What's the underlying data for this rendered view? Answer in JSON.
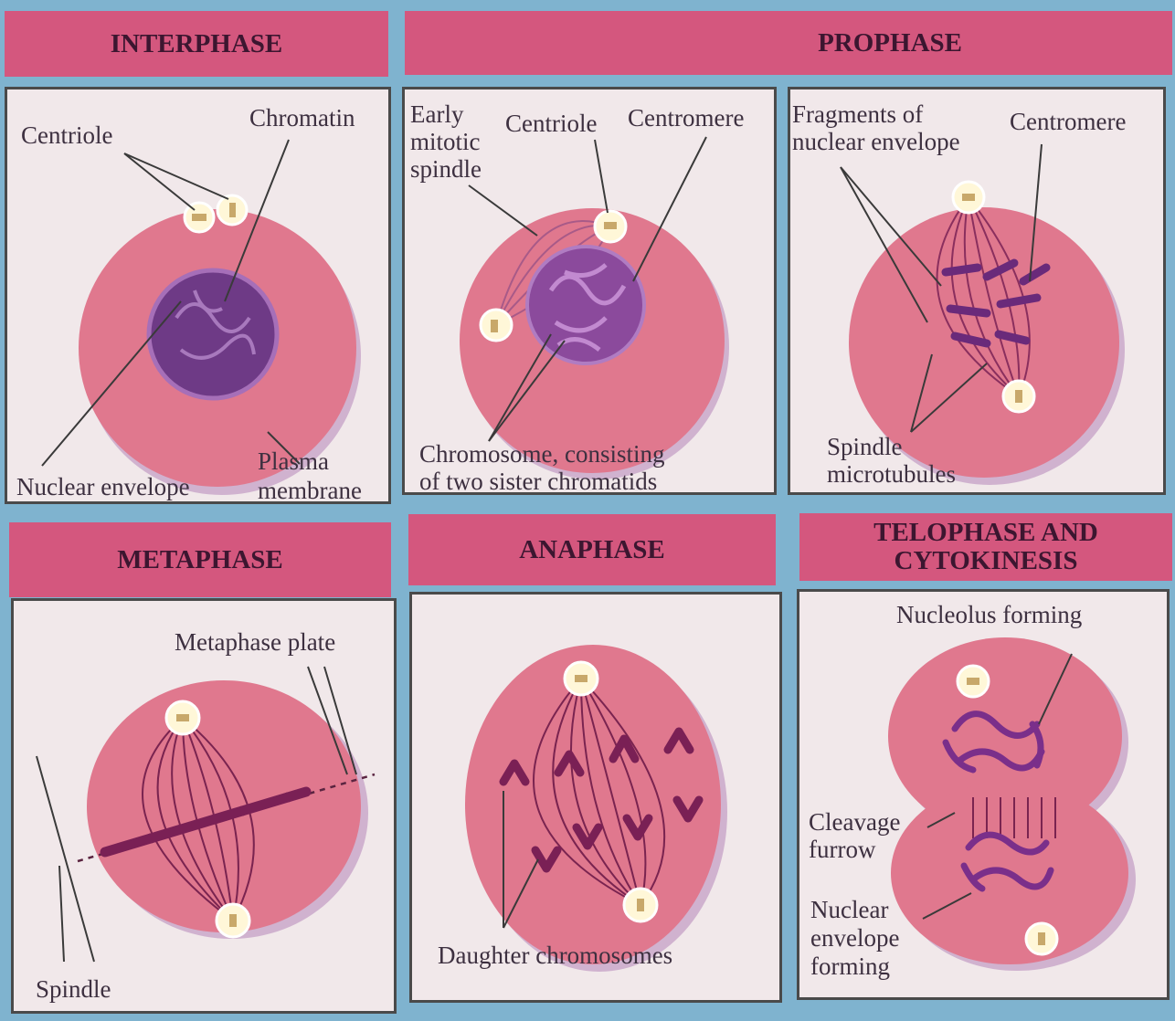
{
  "headers": {
    "interphase": "INTERPHASE",
    "prophase": "PROPHASE",
    "metaphase": "METAPHASE",
    "anaphase": "ANAPHASE",
    "telophase_line1": "TELOPHASE AND",
    "telophase_line2": "CYTOKINESIS"
  },
  "panels": {
    "interphase": {
      "centriole": "Centriole",
      "chromatin": "Chromatin",
      "nuclear_envelope": "Nuclear envelope",
      "plasma_line1": "Plasma",
      "plasma_line2": "membrane"
    },
    "early_prophase": {
      "early_line1": "Early",
      "early_line2": "mitotic",
      "early_line3": "spindle",
      "centriole": "Centriole",
      "centromere": "Centromere",
      "chromosome_line1": "Chromosome, consisting",
      "chromosome_line2": "of two sister chromatids"
    },
    "late_prophase": {
      "fragments_line1": "Fragments of",
      "fragments_line2": "nuclear envelope",
      "centromere": "Centromere",
      "spindle_line1": "Spindle",
      "spindle_line2": "microtubules"
    },
    "metaphase": {
      "plate": "Metaphase plate",
      "spindle": "Spindle"
    },
    "anaphase": {
      "daughter": "Daughter chromosomes"
    },
    "telophase": {
      "nucleolus": "Nucleolus forming",
      "cleavage_line1": "Cleavage",
      "cleavage_line2": "furrow",
      "nuclear_line1": "Nuclear",
      "nuclear_line2": "envelope",
      "nuclear_line3": "forming"
    }
  },
  "colors": {
    "background": "#7fb3cf",
    "header": "#d4577e",
    "panel": "#f1e8ea",
    "cytoplasm": "#e0788e",
    "nucleus": "#7a3e8e",
    "chromosome": "#8a2a6a",
    "fiber": "#7a2450"
  }
}
